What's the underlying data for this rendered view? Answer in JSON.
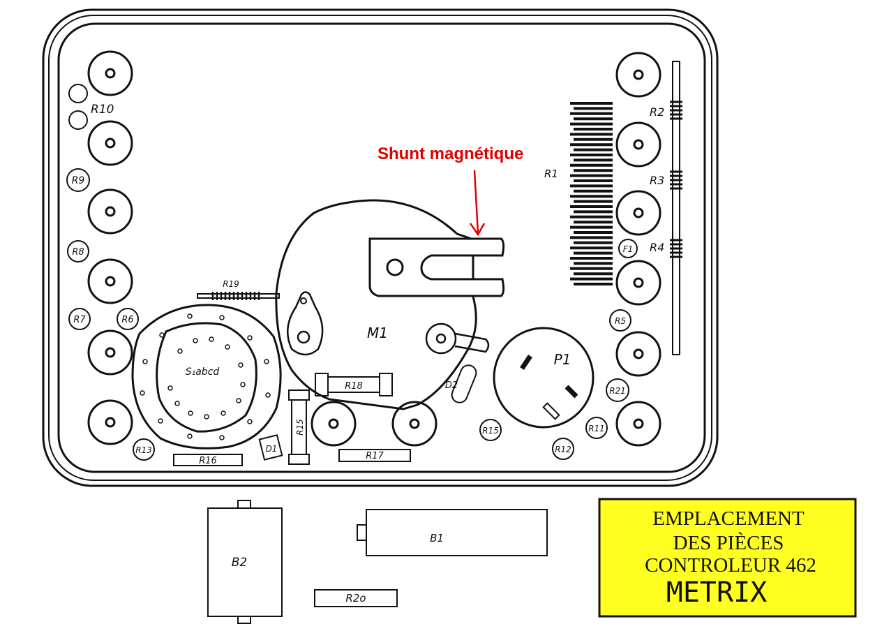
{
  "annotation": {
    "text": "Shunt magnétique",
    "color": "#e00000"
  },
  "title_box": {
    "line1": "EMPLACEMENT",
    "line2": "DES PIÈCES",
    "line3": "CONTROLEUR 462",
    "brand": "METRIX",
    "background": "#ffff22"
  },
  "labels": {
    "r10": "R10",
    "r9": "R9",
    "r8": "R8",
    "r7": "R7",
    "r6": "R6",
    "r13": "R13",
    "r16": "R16",
    "r19": "R19",
    "switch": "S₁abcd",
    "d1": "D1",
    "r15a": "R15",
    "r18": "R18",
    "r17": "R17",
    "m1": "M1",
    "d2": "D2",
    "r15b": "R15",
    "r12": "R12",
    "p1": "P1",
    "r1": "R1",
    "r2": "R2",
    "r3": "R3",
    "r4": "R4",
    "f1": "F1",
    "r5": "R5",
    "r21": "R21",
    "r11": "R11",
    "b1": "B1",
    "b2": "B2",
    "r20": "R2o"
  }
}
